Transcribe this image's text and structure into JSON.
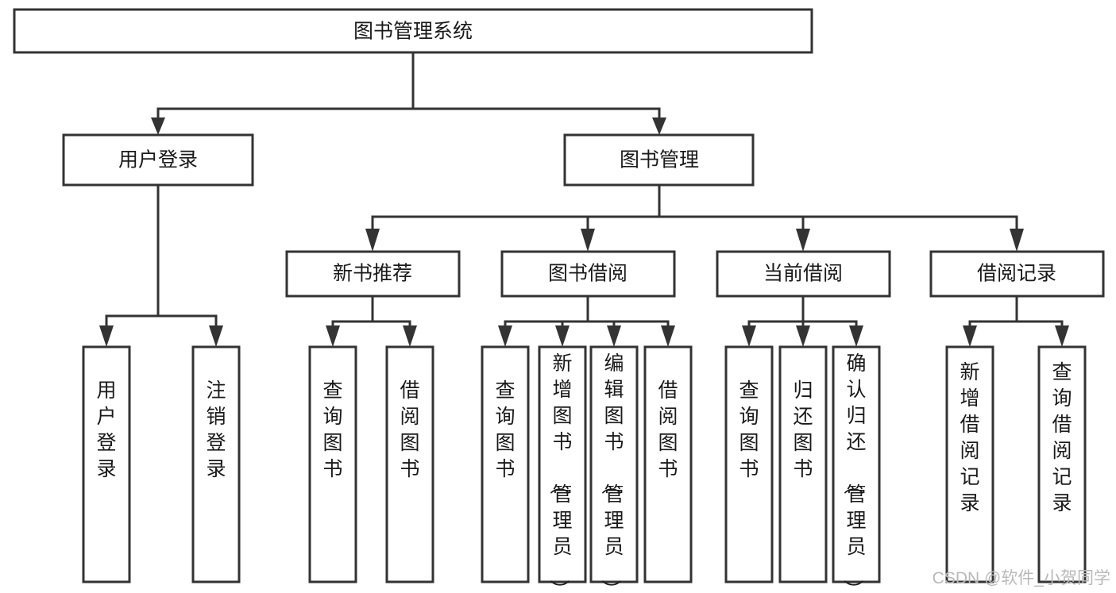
{
  "diagram": {
    "type": "tree",
    "title": "图书管理系统",
    "orientation": "top-down",
    "colors": {
      "node_fill": "#ffffff",
      "node_stroke": "#333333",
      "text": "#1a1a1a",
      "watermark": "#b9b9b9",
      "background": "#ffffff"
    },
    "root": {
      "id": "root",
      "label": "图书管理系统"
    },
    "level2": [
      {
        "id": "user-login",
        "label": "用户登录"
      },
      {
        "id": "book-manage",
        "label": "图书管理"
      }
    ],
    "level3": [
      {
        "id": "new-book-rec",
        "label": "新书推荐",
        "parent": "book-manage"
      },
      {
        "id": "book-borrow",
        "label": "图书借阅",
        "parent": "book-manage"
      },
      {
        "id": "current-borrow",
        "label": "当前借阅",
        "parent": "book-manage"
      },
      {
        "id": "borrow-record",
        "label": "借阅记录",
        "parent": "book-manage"
      }
    ],
    "leaves": [
      {
        "id": "leaf-user-login",
        "label": "用户登录",
        "parent": "user-login"
      },
      {
        "id": "leaf-user-logout",
        "label": "注销登录",
        "parent": "user-login"
      },
      {
        "id": "leaf-query-book-1",
        "label": "查询图书",
        "parent": "new-book-rec"
      },
      {
        "id": "leaf-borrow-book-1",
        "label": "借阅图书",
        "parent": "new-book-rec"
      },
      {
        "id": "leaf-query-book-2",
        "label": "查询图书",
        "parent": "book-borrow"
      },
      {
        "id": "leaf-add-book",
        "label": "新增图书（管理员）",
        "parent": "book-borrow"
      },
      {
        "id": "leaf-edit-book",
        "label": "编辑图书（管理员）",
        "parent": "book-borrow"
      },
      {
        "id": "leaf-borrow-book-2",
        "label": "借阅图书",
        "parent": "book-borrow"
      },
      {
        "id": "leaf-query-book-3",
        "label": "查询图书",
        "parent": "current-borrow"
      },
      {
        "id": "leaf-return-book",
        "label": "归还图书",
        "parent": "current-borrow"
      },
      {
        "id": "leaf-confirm-return",
        "label": "确认归还（管理员）",
        "parent": "current-borrow"
      },
      {
        "id": "leaf-add-record",
        "label": "新增借阅记录",
        "parent": "borrow-record"
      },
      {
        "id": "leaf-query-record",
        "label": "查询借阅记录",
        "parent": "borrow-record"
      }
    ]
  },
  "watermark": {
    "text": "CSDN @软件_小贺同学"
  }
}
